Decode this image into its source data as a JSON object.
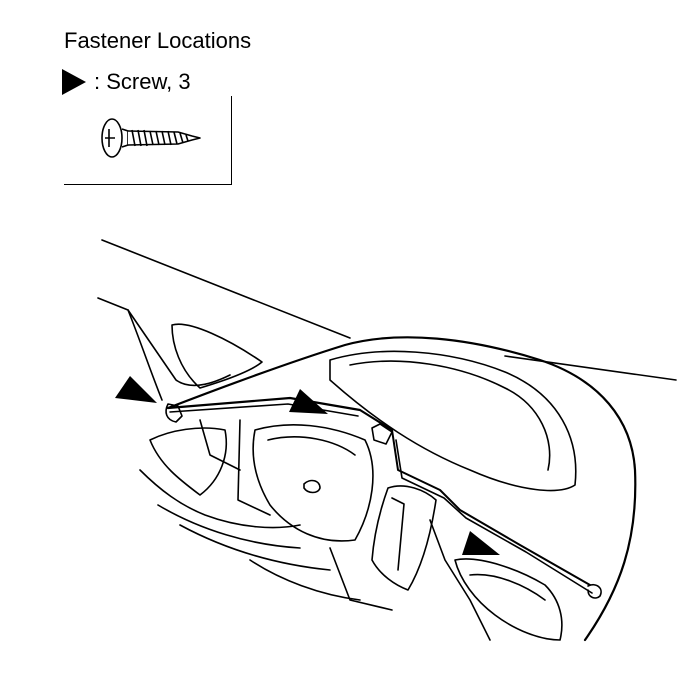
{
  "title": "Fastener Locations",
  "legend": {
    "symbol": "triangle-marker-icon",
    "label": ": Screw, 3",
    "illustration": "screw-icon"
  },
  "markers": {
    "count": 3,
    "symbol": "triangle-marker-icon"
  },
  "colors": {
    "line": "#000000",
    "background": "#ffffff"
  }
}
